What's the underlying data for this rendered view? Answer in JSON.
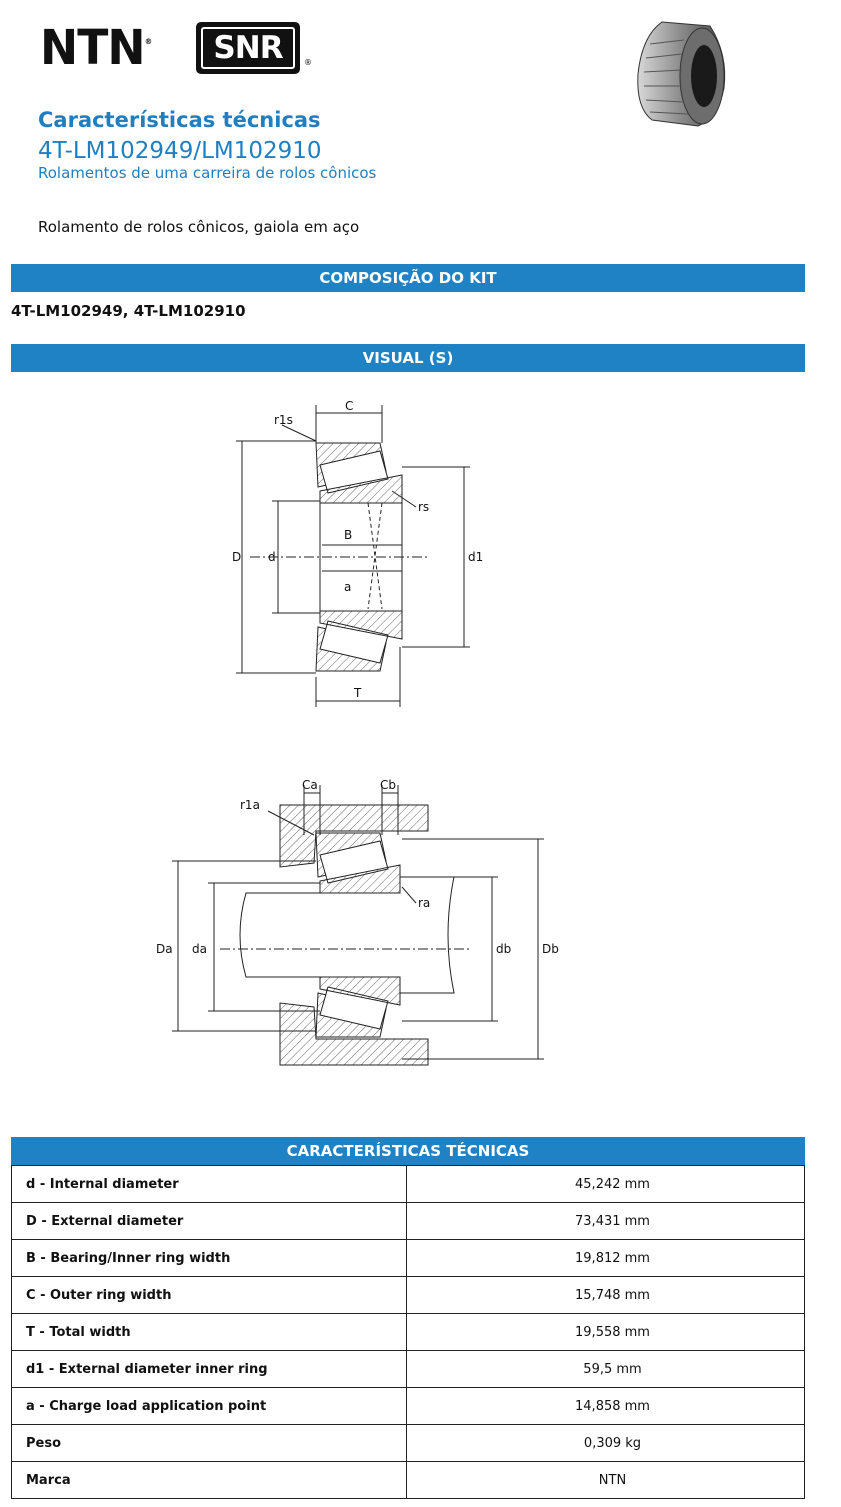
{
  "logo": {
    "ntn": "NTN",
    "snr": "SNR",
    "reg": "®"
  },
  "header": {
    "title": "Características técnicas",
    "reference": "4T-LM102949/LM102910",
    "subtitle": "Rolamentos de uma carreira de rolos cônicos"
  },
  "description": "Rolamento de rolos cônicos, gaiola em aço",
  "sections": {
    "kit": "COMPOSIÇÃO DO KIT",
    "visual": "VISUAL (S)",
    "specs": "CARACTERÍSTICAS TÉCNICAS"
  },
  "kit_parts": "4T-LM102949, 4T-LM102910",
  "drawing1": {
    "labels": {
      "C": "C",
      "r1s": "r1s",
      "rs": "rs",
      "D": "D",
      "d": "d",
      "d1": "d1",
      "B": "B",
      "a": "a",
      "T": "T"
    }
  },
  "drawing2": {
    "labels": {
      "Ca": "Ca",
      "Cb": "Cb",
      "r1a": "r1a",
      "ra": "ra",
      "Da": "Da",
      "da": "da",
      "db": "db",
      "Db": "Db"
    }
  },
  "specs": [
    {
      "label": "d - Internal diameter",
      "value": "45,242 mm"
    },
    {
      "label": "D - External diameter",
      "value": "73,431 mm"
    },
    {
      "label": "B - Bearing/Inner ring width",
      "value": "19,812 mm"
    },
    {
      "label": "C - Outer ring width",
      "value": "15,748 mm"
    },
    {
      "label": "T - Total width",
      "value": "19,558 mm"
    },
    {
      "label": "d1 - External diameter inner ring",
      "value": "59,5 mm"
    },
    {
      "label": "a - Charge load application point",
      "value": "14,858 mm"
    },
    {
      "label": "Peso",
      "value": "0,309 kg"
    },
    {
      "label": "Marca",
      "value": "NTN"
    }
  ]
}
